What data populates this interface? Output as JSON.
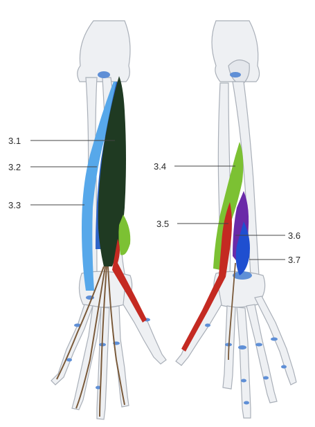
{
  "labels": {
    "l31": "3.1",
    "l32": "3.2",
    "l33": "3.3",
    "l34": "3.4",
    "l35": "3.5",
    "l36": "3.6",
    "l37": "3.7"
  },
  "colors": {
    "bone": "#eef0f3",
    "bone_outline": "#a9afb8",
    "cartilage": "#5f8fd6",
    "muscle_dark_green": "#1f3a22",
    "muscle_blue_light": "#57a8ea",
    "muscle_blue_mid": "#2e64c8",
    "muscle_green": "#7cc133",
    "muscle_red": "#c42a22",
    "muscle_purple": "#6a2aa8",
    "muscle_blue_deep": "#1f4fd0",
    "tendon": "#7a5a3a"
  }
}
